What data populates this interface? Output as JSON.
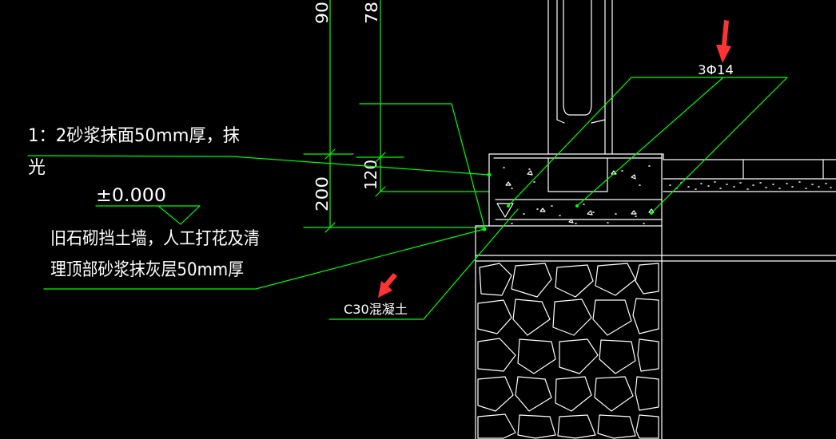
{
  "drawing": {
    "notes": {
      "mortar_finish_line1": "1：2砂浆抹面50mm厚，抹",
      "mortar_finish_line2": "光",
      "elevation_mark": "±0.000",
      "retaining_wall_line1": "旧石砌挡土墙，人工打花及清",
      "retaining_wall_line2": "理顶部砂浆抹灰层50mm厚",
      "concrete_grade": "C30混凝土",
      "rebar_spec": "3Φ14"
    },
    "dimensions": {
      "left_upper": "90",
      "right_upper": "78",
      "left_lower": "200",
      "right_lower": "120"
    }
  },
  "colors": {
    "background": "#000000",
    "drawing_lines": "#ffffff",
    "leader_lines": "#00ff00",
    "text": "#ffffff",
    "highlight_arrows": "#ff3333"
  }
}
